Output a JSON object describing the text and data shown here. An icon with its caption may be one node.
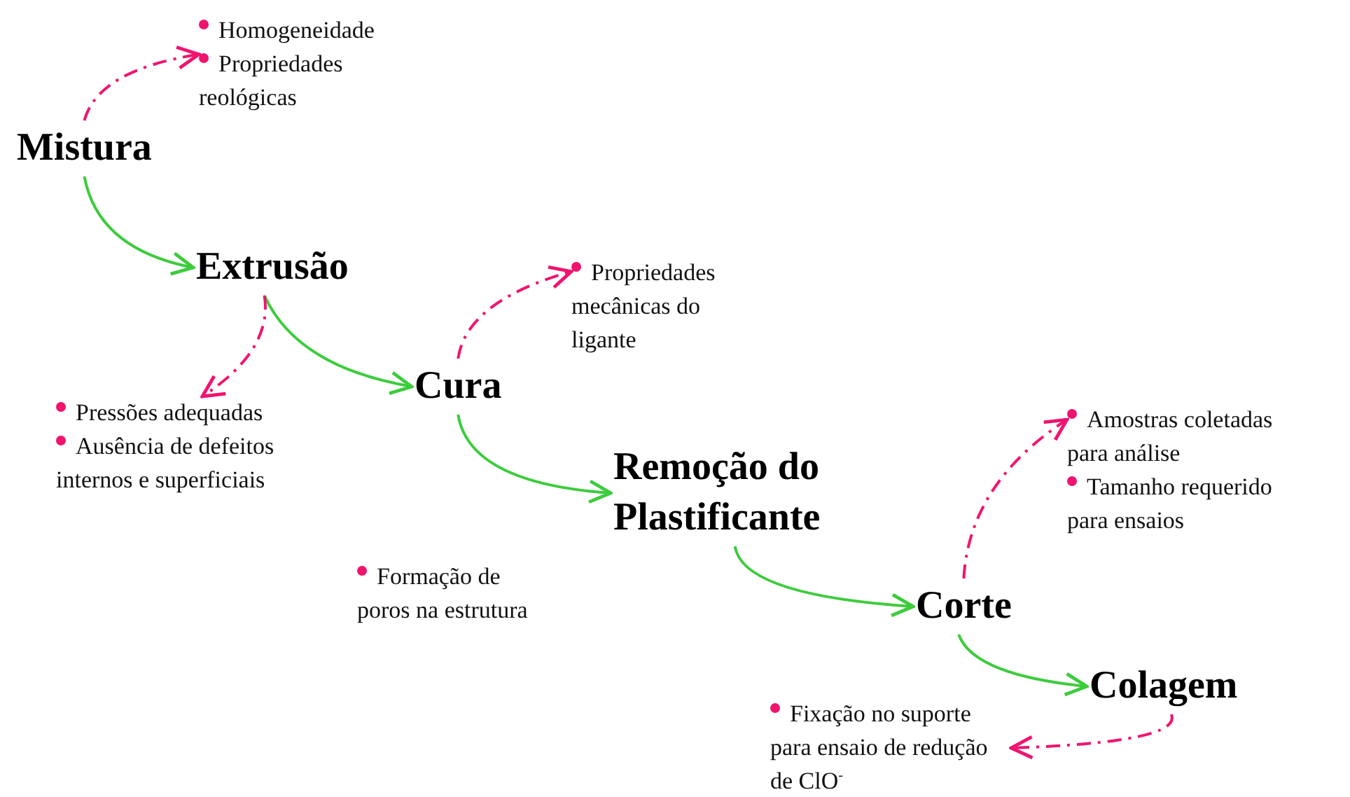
{
  "diagram": {
    "nodes": [
      {
        "text": [
          "Mistura"
        ]
      },
      {
        "text": [
          "Homogeneidade",
          "Propriedades reológicas"
        ]
      },
      {
        "text": [
          "Extrusão"
        ]
      },
      {
        "text": [
          "Pressões adequadas",
          "Ausência de defeitos internos e superficiais"
        ]
      },
      {
        "text": [
          "Cura"
        ]
      },
      {
        "text": [
          "Propriedades mecânicas do ligante"
        ]
      },
      {
        "text": [
          "Remoção do Plastificante"
        ]
      },
      {
        "text": [
          "Corte"
        ]
      },
      {
        "text": [
          "Amostras coletadas para análise",
          "Tamanho requerido para ensaios"
        ]
      },
      {
        "text": [
          "Colagem"
        ]
      },
      {
        "text": [
          "Fixação no suporte para ensaio de redução de ClO$^{-}$"
        ]
      },
      {
        "text": [
          "Formação de poros na estrutura"
        ]
      }
    ],
    "edges": [
      {
        "from": 0,
        "to": 2,
        "arrow": "to"
      },
      {
        "from": 2,
        "to": 4,
        "arrow": "to"
      },
      {
        "from": 4,
        "to": 6,
        "arrow": "to"
      },
      {
        "from": 6,
        "to": 7,
        "arrow": "to"
      },
      {
        "from": 7,
        "to": 9,
        "arrow": "to"
      },
      {
        "from": 0,
        "to": 1,
        "arrow": "to",
        "style": "dashed",
        "color": "#f0146e"
      },
      {
        "from": 2,
        "to": 3,
        "arrow": "to",
        "style": "dashed",
        "color": "#f0146e"
      },
      {
        "from": 4,
        "to": 5,
        "arrow": "to",
        "style": "dashed",
        "color": "#f0146e"
      },
      {
        "from": 7,
        "to": 8,
        "arrow": "to",
        "style": "dashed",
        "color": "#f0146e"
      },
      {
        "from": 9,
        "to": 10,
        "arrow": "to",
        "style": "dashed",
        "color": "#f0146e"
      }
    ]
  }
}
